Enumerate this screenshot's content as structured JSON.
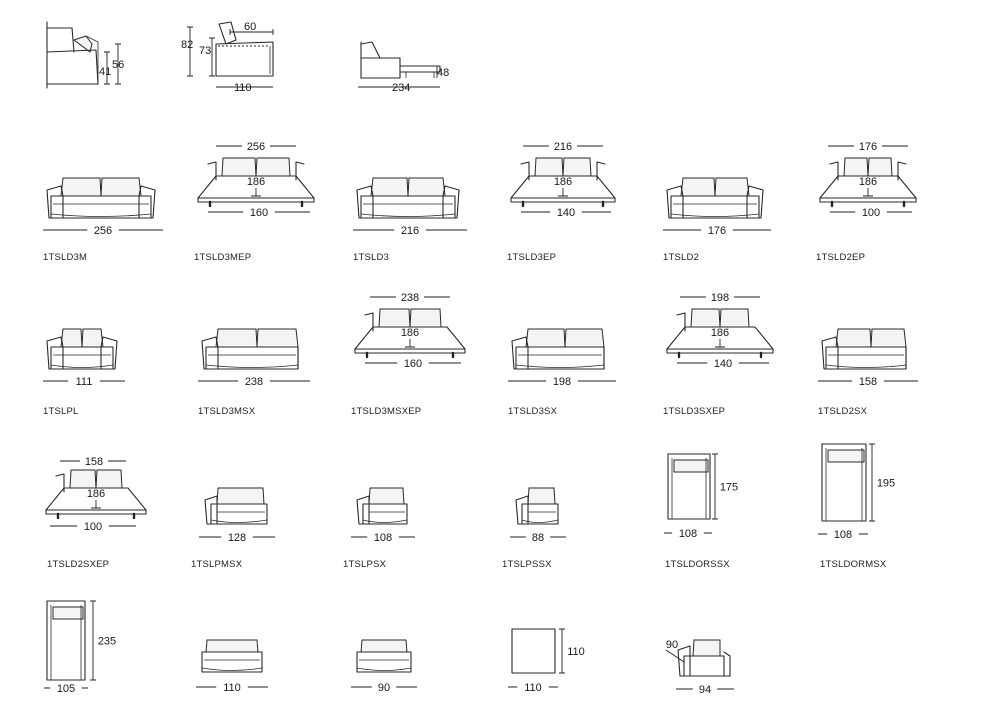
{
  "side_views": [
    {
      "id": "side-seat",
      "heights": [
        "41",
        "56"
      ]
    },
    {
      "id": "side-profile",
      "heights": [
        "82",
        "73"
      ],
      "depth": "60",
      "width": "110"
    },
    {
      "id": "side-bed-open",
      "height": "48",
      "width": "234"
    }
  ],
  "modules": [
    {
      "code": "1TSLD3M",
      "kind": "sofa",
      "width": "256"
    },
    {
      "code": "1TSLD3MEP",
      "kind": "bed",
      "top": "256",
      "depth": "186",
      "width": "160"
    },
    {
      "code": "1TSLD3",
      "kind": "sofa",
      "width": "216"
    },
    {
      "code": "1TSLD3EP",
      "kind": "bed",
      "top": "216",
      "depth": "186",
      "width": "140"
    },
    {
      "code": "1TSLD2",
      "kind": "sofa",
      "width": "176"
    },
    {
      "code": "1TSLD2EP",
      "kind": "bed",
      "top": "176",
      "depth": "186",
      "width": "100"
    },
    {
      "code": "1TSLPL",
      "kind": "sofa",
      "width": "111"
    },
    {
      "code": "1TSLD3MSX",
      "kind": "sofa",
      "width": "238"
    },
    {
      "code": "1TSLD3MSXEP",
      "kind": "bed",
      "top": "238",
      "depth": "186",
      "width": "160"
    },
    {
      "code": "1TSLD3SX",
      "kind": "sofa",
      "width": "198"
    },
    {
      "code": "1TSLD3SXEP",
      "kind": "bed",
      "top": "198",
      "depth": "186",
      "width": "140"
    },
    {
      "code": "1TSLD2SX",
      "kind": "sofa",
      "width": "158"
    },
    {
      "code": "1TSLD2SXEP",
      "kind": "bed",
      "top": "158",
      "depth": "186",
      "width": "100"
    },
    {
      "code": "1TSLPMSX",
      "kind": "chair",
      "width": "128"
    },
    {
      "code": "1TSLPSX",
      "kind": "chair",
      "width": "108"
    },
    {
      "code": "1TSLPSSX",
      "kind": "chair",
      "width": "88"
    },
    {
      "code": "1TSLDORSSX",
      "kind": "lounge",
      "width": "108",
      "depth": "175"
    },
    {
      "code": "1TSLDORMSX",
      "kind": "lounge",
      "width": "108",
      "depth": "195"
    },
    {
      "code": "",
      "kind": "lounge",
      "width": "105",
      "depth": "235"
    },
    {
      "code": "",
      "kind": "armless",
      "width": "110"
    },
    {
      "code": "",
      "kind": "armless",
      "width": "90"
    },
    {
      "code": "",
      "kind": "ottoman",
      "width": "110",
      "depth": "110"
    },
    {
      "code": "",
      "kind": "corner",
      "width": "94",
      "side": "90"
    }
  ]
}
